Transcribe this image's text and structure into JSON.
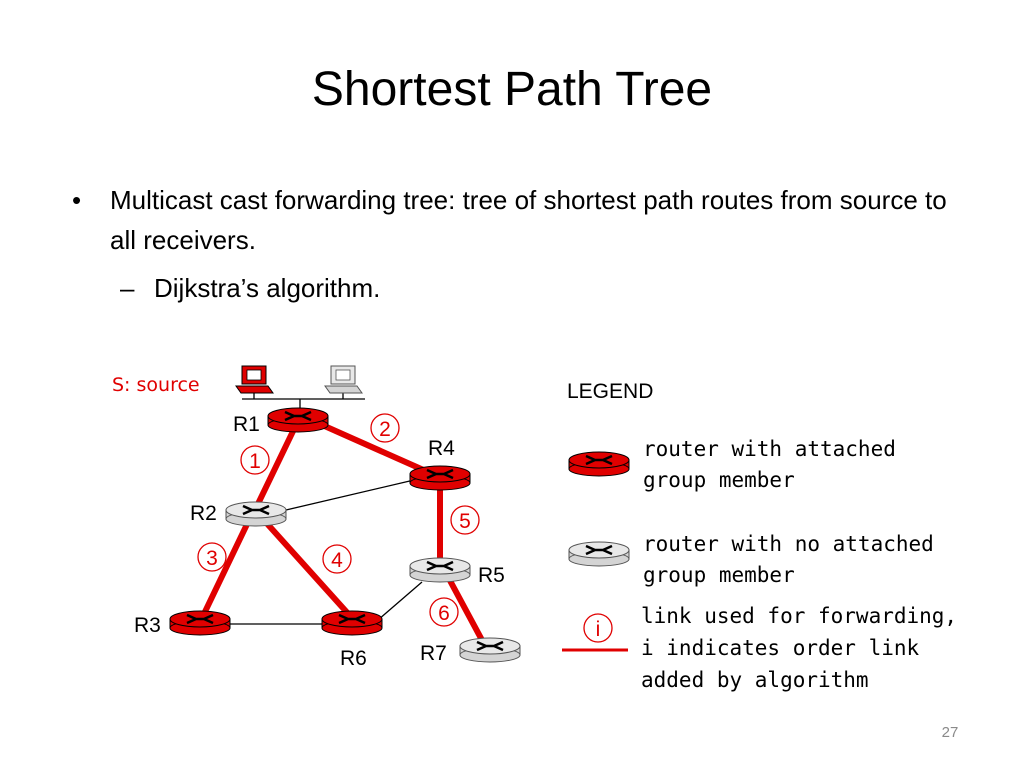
{
  "slide": {
    "title": "Shortest Path Tree",
    "bullet_1": "Multicast cast forwarding tree: tree of shortest path routes from source to all receivers.",
    "sub_bullet_1": "Dijkstra’s algorithm.",
    "page_number": "27"
  },
  "diagram": {
    "source_label": "S: source",
    "routers": [
      {
        "id": "R1",
        "label": "R1",
        "has_group_member": true
      },
      {
        "id": "R2",
        "label": "R2",
        "has_group_member": false
      },
      {
        "id": "R3",
        "label": "R3",
        "has_group_member": true
      },
      {
        "id": "R4",
        "label": "R4",
        "has_group_member": true
      },
      {
        "id": "R5",
        "label": "R5",
        "has_group_member": false
      },
      {
        "id": "R6",
        "label": "R6",
        "has_group_member": true
      },
      {
        "id": "R7",
        "label": "R7",
        "has_group_member": false
      }
    ],
    "forwarding_links": [
      {
        "from": "R1",
        "to": "R2",
        "order": "1"
      },
      {
        "from": "R1",
        "to": "R4",
        "order": "2"
      },
      {
        "from": "R2",
        "to": "R3",
        "order": "3"
      },
      {
        "from": "R2",
        "to": "R6",
        "order": "4"
      },
      {
        "from": "R4",
        "to": "R5",
        "order": "5"
      },
      {
        "from": "R5",
        "to": "R7",
        "order": "6"
      }
    ],
    "other_links": [
      {
        "from": "R2",
        "to": "R4"
      },
      {
        "from": "R3",
        "to": "R6"
      },
      {
        "from": "R6",
        "to": "R5"
      }
    ],
    "colors": {
      "red": "#e00000",
      "gray": "#d4d4d4",
      "black_line": "#000000"
    },
    "icons": [
      "router-icon",
      "computer-icon"
    ]
  },
  "legend": {
    "title": "LEGEND",
    "router_member_line1": "router with attached",
    "router_member_line2": "group member",
    "router_nomember_line1": "router with no attached",
    "router_nomember_line2": "group member",
    "link_symbol": "i",
    "link_line1": "link used for forwarding,",
    "link_line2": "i indicates order link",
    "link_line3": "added by algorithm"
  }
}
